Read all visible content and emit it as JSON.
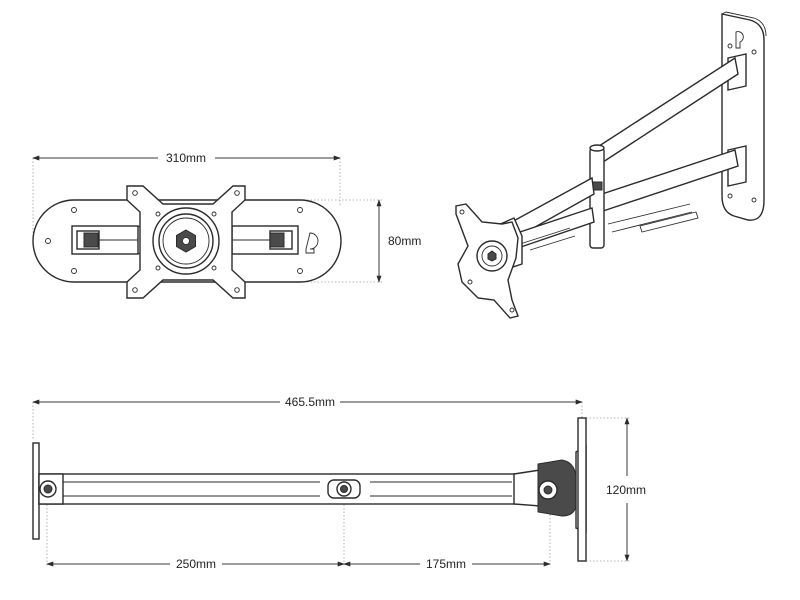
{
  "dimensions": {
    "top_width": "310mm",
    "top_height": "80mm",
    "side_total_length": "465.5mm",
    "side_segment_1": "250mm",
    "side_segment_2": "175mm",
    "side_plate_height": "120mm"
  }
}
